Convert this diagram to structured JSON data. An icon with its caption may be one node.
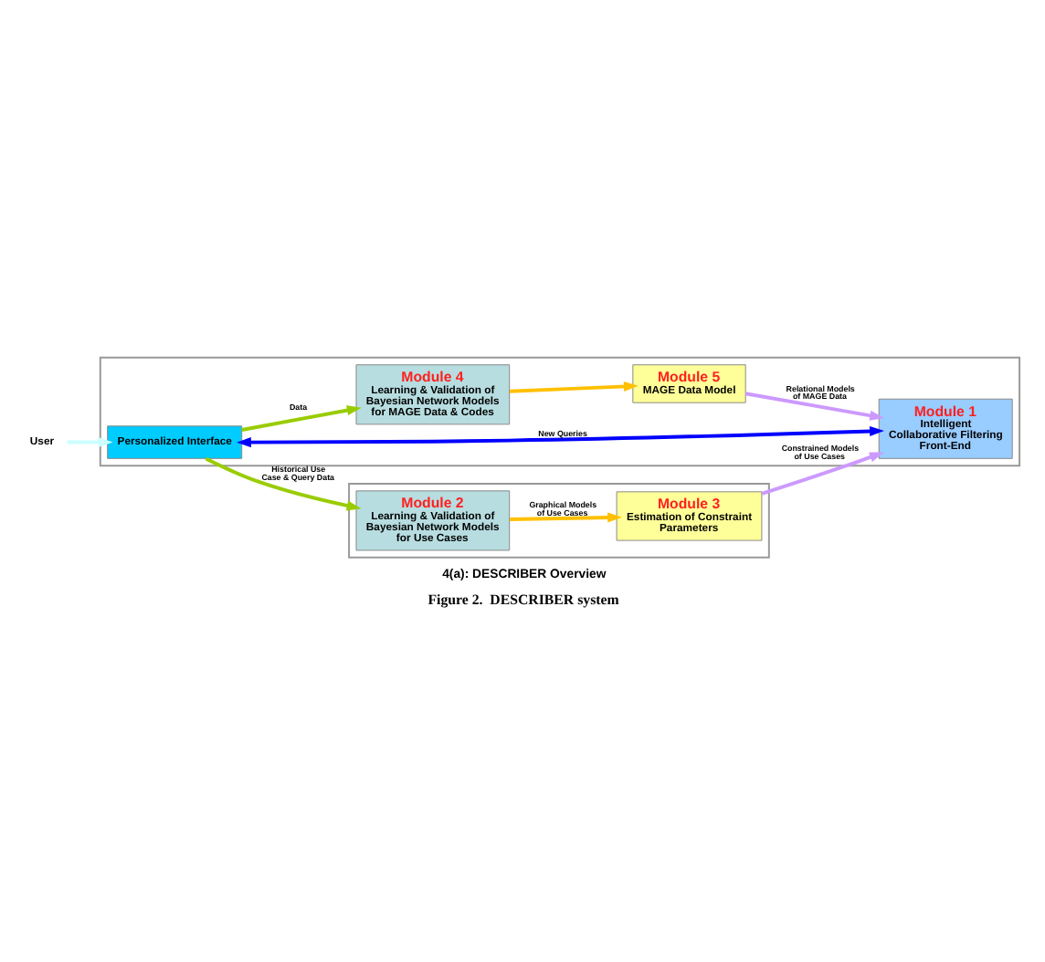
{
  "diagram": {
    "title": "4(a): DESCRIBER Overview",
    "caption": "Figure 2.  DESCRIBER system",
    "nodes": [
      {
        "text": [],
        "shape": "box"
      },
      {
        "text": [
          "Module 2",
          "Learning & Validation of Bayesian Network Models for Use Cases"
        ],
        "in": 0
      },
      {
        "text": [
          "Module 3",
          "Estimation of Constraint Parameters"
        ],
        "in": 0
      },
      {
        "text": [],
        "shape": "box"
      },
      {
        "text": [
          "Personalized Interface"
        ],
        "in": 3
      },
      {
        "text": [
          "Module 1",
          "Intelligent Collaborative Filtering Front-End"
        ],
        "in": 3
      },
      {
        "text": [
          "Module 4",
          "Learning & Validation of Bayesian Network Models for MAGE Data & Codes"
        ],
        "in": 3
      },
      {
        "text": [
          "Module 5",
          "MAGE Data Model"
        ],
        "in": 3
      },
      {
        "text": [
          "User"
        ]
      }
    ],
    "edges": [
      {
        "from": 1,
        "to": 2,
        "arrow": "to",
        "label": "Graphical Models of Use Cases",
        "color": "#ffc000"
      },
      {
        "from": 4,
        "to": 1,
        "arrow": "to",
        "label": "Historical Use Case & Query Data",
        "color": "#99cc00"
      },
      {
        "from": 8,
        "to": 4,
        "arrow": "to",
        "color": "#ccffff"
      },
      {
        "from": 4,
        "to": 5,
        "arrow": "both",
        "label": "New Queries",
        "color": "#0000ff"
      },
      {
        "from": 4,
        "to": 6,
        "arrow": "to",
        "label": "Data",
        "color": "#99cc00"
      },
      {
        "from": 6,
        "to": 7,
        "arrow": "to",
        "color": "#ffc000"
      },
      {
        "from": 7,
        "to": 5,
        "arrow": "to",
        "label": "Relational Models of MAGE Data",
        "color": "#cc99ff"
      },
      {
        "from": 2,
        "to": 5,
        "arrow": "to",
        "label": "Constrained Models of Use Cases",
        "color": "#cc99ff"
      }
    ]
  }
}
